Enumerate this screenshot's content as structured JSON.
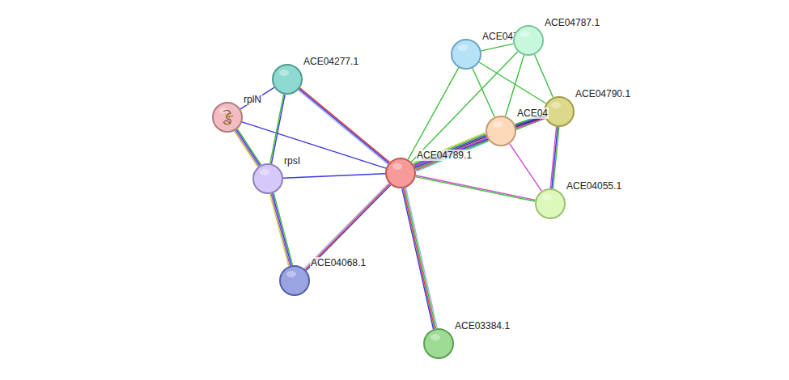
{
  "diagram": {
    "nodes": [
      {
        "text": [
          "ACE04277.1"
        ]
      },
      {
        "text": [
          "rplN"
        ]
      },
      {
        "text": [
          "rpsI"
        ]
      },
      {
        "text": [
          "ACE04068.1"
        ]
      },
      {
        "text": [
          "ACE04789.1"
        ]
      },
      {
        "text": [
          "ACE04791.1"
        ]
      },
      {
        "text": [
          "ACE04787.1"
        ]
      },
      {
        "text": [
          "ACE04790.1"
        ]
      },
      {
        "text": [
          "ACE04"
        ]
      },
      {
        "text": [
          "ACE04055.1"
        ]
      },
      {
        "text": [
          "ACE03384.1"
        ]
      }
    ],
    "edges": [
      {
        "from": 1,
        "to": 0,
        "arrow": "none"
      },
      {
        "from": 1,
        "to": 2,
        "arrow": "none"
      },
      {
        "from": 1,
        "to": 4,
        "arrow": "none"
      },
      {
        "from": 0,
        "to": 2,
        "arrow": "none"
      },
      {
        "from": 0,
        "to": 4,
        "arrow": "none"
      },
      {
        "from": 2,
        "to": 4,
        "arrow": "none"
      },
      {
        "from": 2,
        "to": 3,
        "arrow": "none"
      },
      {
        "from": 3,
        "to": 4,
        "arrow": "none"
      },
      {
        "from": 4,
        "to": 10,
        "arrow": "none"
      },
      {
        "from": 4,
        "to": 8,
        "arrow": "none"
      },
      {
        "from": 4,
        "to": 9,
        "arrow": "none"
      },
      {
        "from": 4,
        "to": 5,
        "arrow": "none"
      },
      {
        "from": 4,
        "to": 6,
        "arrow": "none"
      },
      {
        "from": 4,
        "to": 7,
        "arrow": "none"
      },
      {
        "from": 8,
        "to": 7,
        "arrow": "none"
      },
      {
        "from": 8,
        "to": 5,
        "arrow": "none"
      },
      {
        "from": 8,
        "to": 6,
        "arrow": "none"
      },
      {
        "from": 8,
        "to": 9,
        "arrow": "none"
      },
      {
        "from": 7,
        "to": 9,
        "arrow": "none"
      },
      {
        "from": 5,
        "to": 6,
        "arrow": "none"
      },
      {
        "from": 5,
        "to": 7,
        "arrow": "none"
      },
      {
        "from": 6,
        "to": 7,
        "arrow": "none"
      }
    ]
  }
}
